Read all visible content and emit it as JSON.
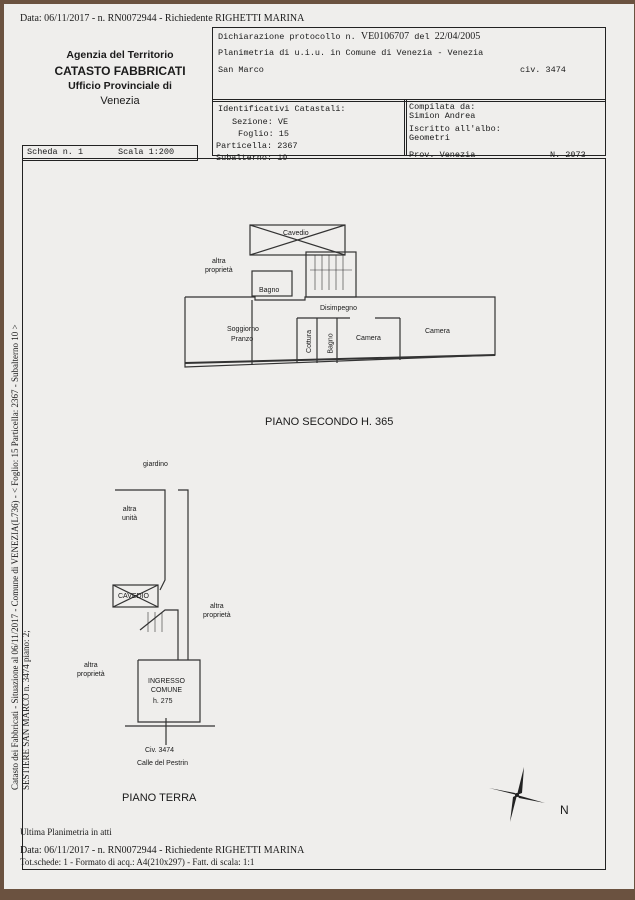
{
  "header": {
    "top_line": "Data: 06/11/2017 - n. RN0072944 - Richiedente RIGHETTI MARINA",
    "agency": [
      "Agenzia del Territorio",
      "CATASTO FABBRICATI",
      "Ufficio Provinciale di",
      "Venezia"
    ]
  },
  "declaration": {
    "protocol_label": "Dichiarazione protocollo n.",
    "protocol_number": "VE0106707",
    "date_label": "del",
    "date": "22/04/2005",
    "planimetria": "Planimetria di u.i.u. in Comune di Venezia - Venezia",
    "address": "San Marco",
    "civic": "civ. 3474"
  },
  "identifiers": {
    "title": "Identificativi Catastali:",
    "sezione": "Sezione: VE",
    "foglio": "Foglio: 15",
    "particella": "Particella: 2367",
    "subalterno": "Subalterno: 10"
  },
  "compiler": {
    "label": "Compilata da:",
    "name": "Simion Andrea",
    "albo_label": "Iscritto all'albo:",
    "albo": "Geometri",
    "prov": "Prov. Venezia",
    "number": "N. 2073"
  },
  "sheet": {
    "scheda": "Scheda n. 1",
    "scala": "Scala 1:200"
  },
  "side_text": [
    "Catasto dei Fabbricati - Situazione al 06/11/2017 - Comune di VENEZIA(L736) - < Foglio: 15 Particella: 2367 - Subalterno 10 >",
    "SESTIERE SAN MARCO n. 3474 piano: 2;"
  ],
  "upper_floor": {
    "title": "PIANO SECONDO H. 365",
    "rooms": {
      "cavedio": "Cavedio",
      "altra": "altra",
      "proprieta": "proprietà",
      "bagno1": "Bagno",
      "disimpegno": "Disimpegno",
      "soggiorno": "Soggiorno",
      "pranzo": "Pranzo",
      "cottura": "Cottura",
      "bagno2": "Bagno",
      "camera1": "Camera",
      "camera2": "Camera"
    }
  },
  "ground_floor": {
    "title": "PIANO TERRA",
    "rooms": {
      "giardino": "giardino",
      "altra_unita": [
        "altra",
        "unità"
      ],
      "cavedio": "CAVEDIO",
      "altra_prop_right": [
        "altra",
        "proprietà"
      ],
      "altra_prop_left": [
        "altra",
        "proprietà"
      ],
      "ingresso": [
        "INGRESSO",
        "COMUNE"
      ],
      "height": "h. 275",
      "civic": "Civ. 3474",
      "street": "Calle del Pestrin"
    }
  },
  "compass": {
    "north": "N"
  },
  "footer": {
    "ultima": "Ultima Planimetria in atti",
    "line1": "Data: 06/11/2017 - n. RN0072944 - Richiedente RIGHETTI MARINA",
    "line2": "Tot.schede: 1 - Formato di acq.: A4(210x297) - Fatt. di scala: 1:1"
  }
}
